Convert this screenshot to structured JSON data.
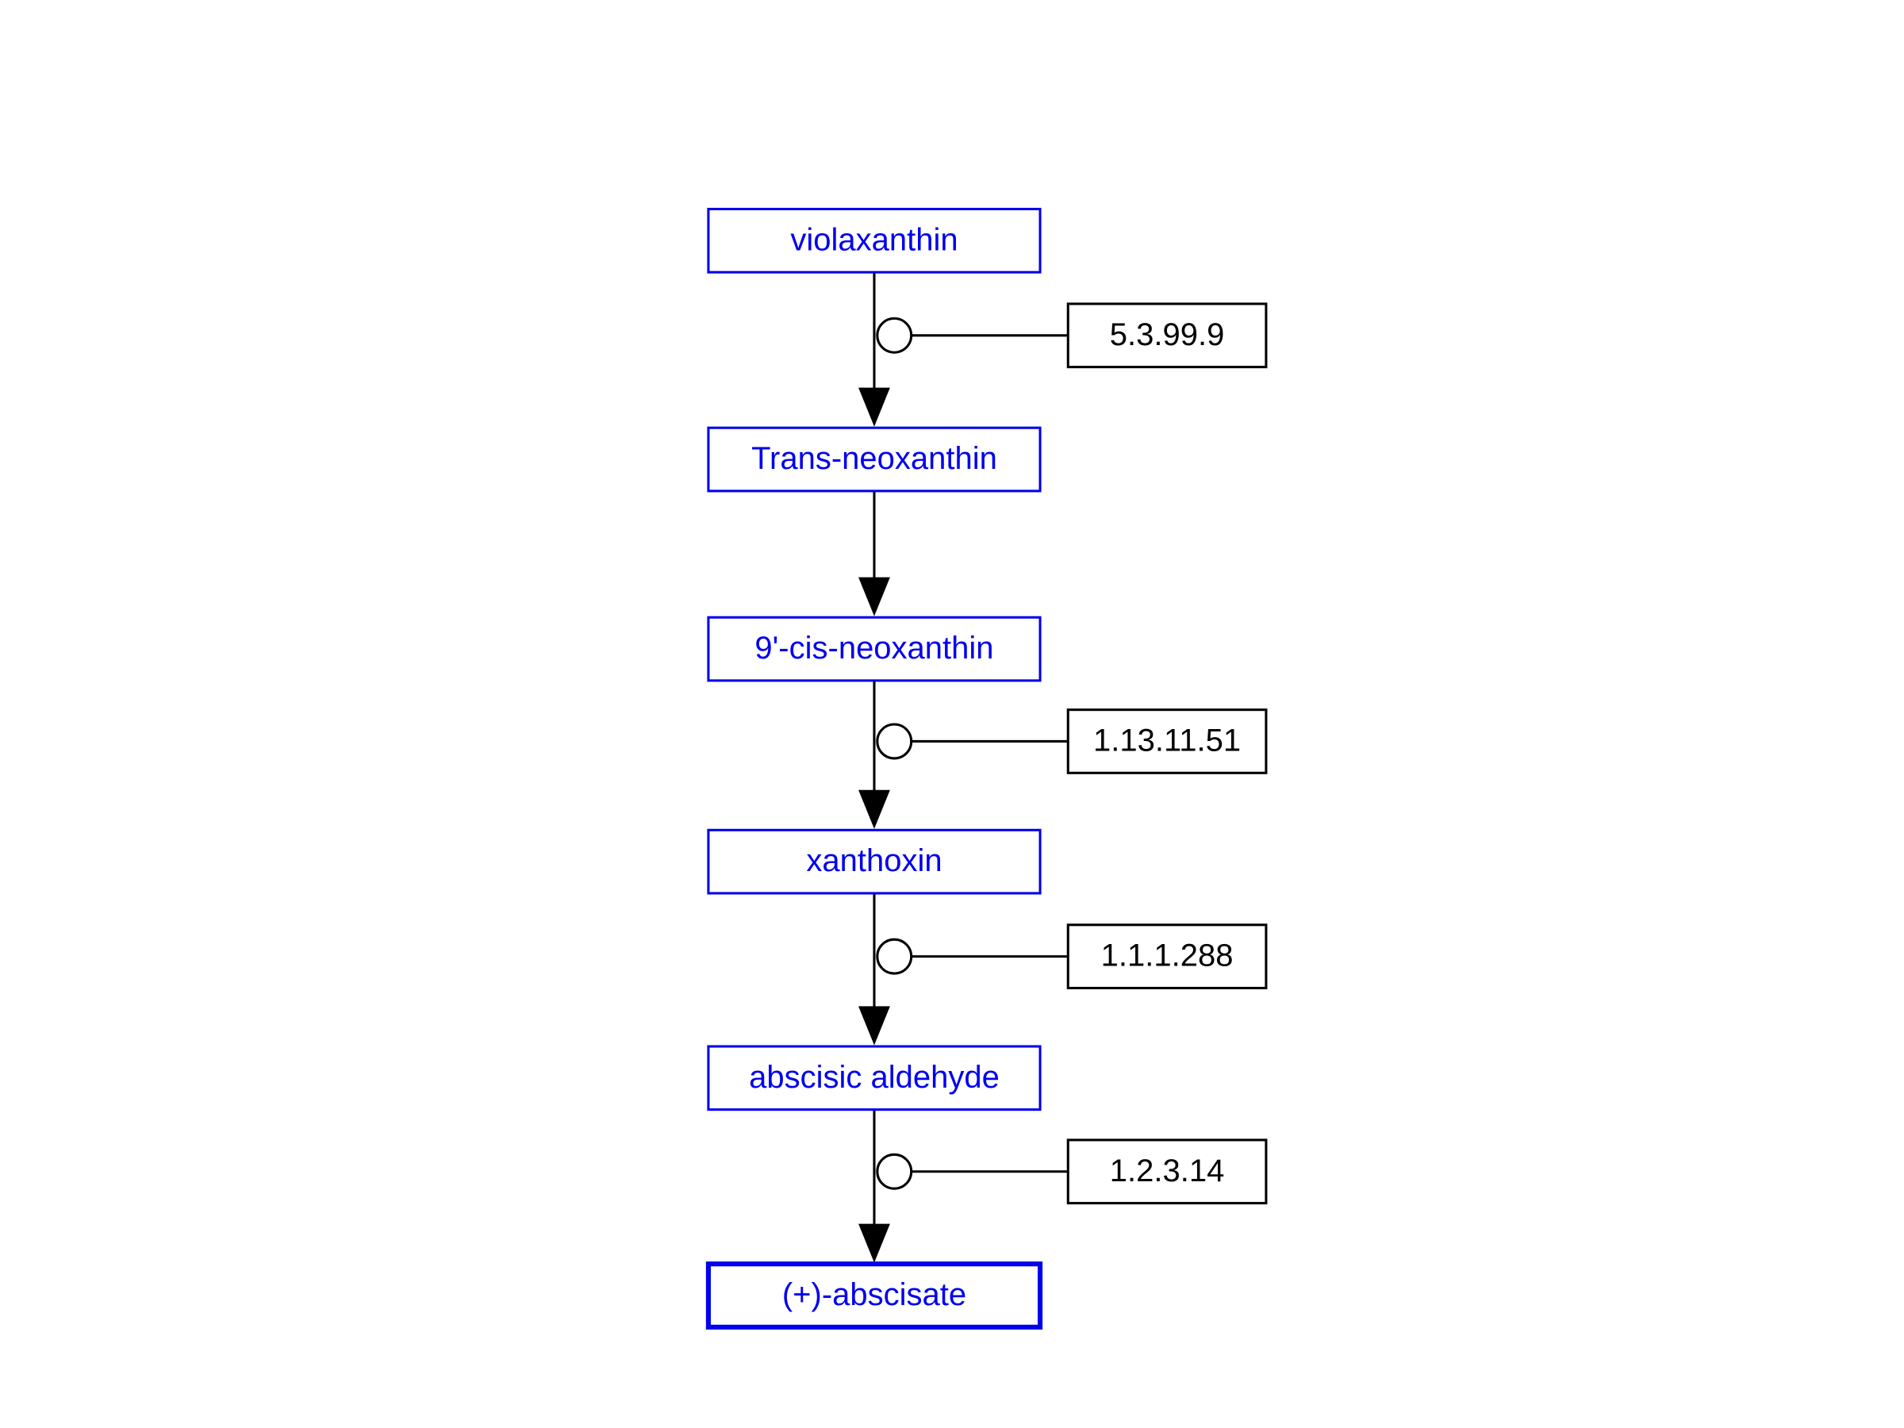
{
  "colors": {
    "metabolite": "#0000ee",
    "enzyme": "#000000",
    "edge": "#000000",
    "background": "#ffffff"
  },
  "metabolites": [
    {
      "label": "violaxanthin",
      "emphasis": false
    },
    {
      "label": "Trans-neoxanthin",
      "emphasis": false
    },
    {
      "label": "9'-cis-neoxanthin",
      "emphasis": false
    },
    {
      "label": "xanthoxin",
      "emphasis": false
    },
    {
      "label": "abscisic aldehyde",
      "emphasis": false
    },
    {
      "label": "(+)-abscisate",
      "emphasis": true
    }
  ],
  "reactions": [
    {
      "from": 0,
      "to": 1,
      "enzyme": "5.3.99.9"
    },
    {
      "from": 1,
      "to": 2,
      "enzyme": ""
    },
    {
      "from": 2,
      "to": 3,
      "enzyme": "1.13.11.51"
    },
    {
      "from": 3,
      "to": 4,
      "enzyme": "1.1.1.288"
    },
    {
      "from": 4,
      "to": 5,
      "enzyme": "1.2.3.14"
    }
  ]
}
